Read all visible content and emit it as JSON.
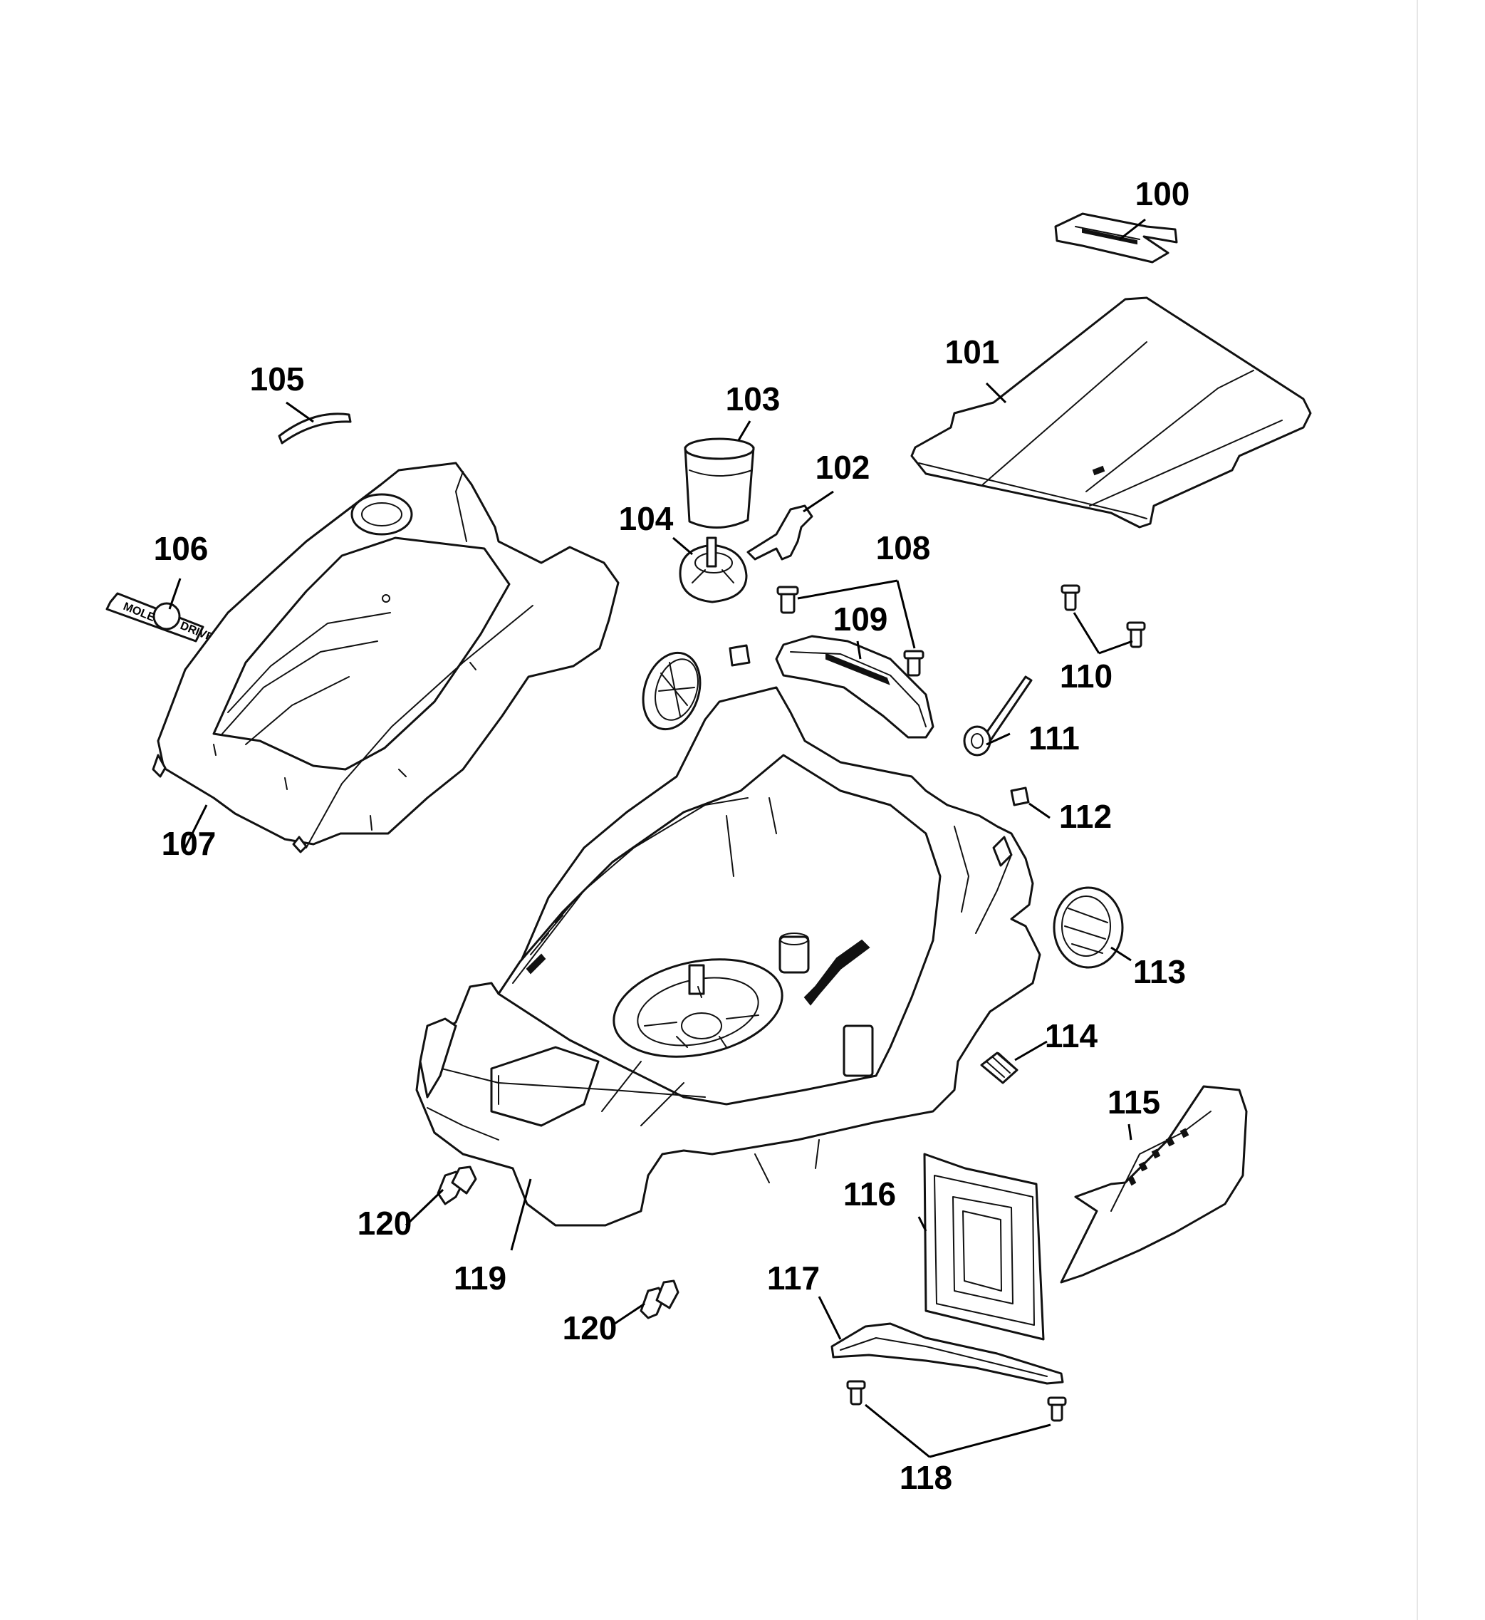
{
  "diagram": {
    "labels": {
      "p100": "100",
      "p101": "101",
      "p102": "102",
      "p103": "103",
      "p104": "104",
      "p105": "105",
      "p106": "106",
      "p107": "107",
      "p108": "108",
      "p109": "109",
      "p110": "110",
      "p111": "111",
      "p112": "112",
      "p113": "113",
      "p114": "114",
      "p115": "115",
      "p116": "116",
      "p117": "117",
      "p118": "118",
      "p119": "119",
      "p120a": "120",
      "p120b": "120"
    },
    "badge_text": {
      "left": "MOLE",
      "right": "DRIVE"
    }
  }
}
